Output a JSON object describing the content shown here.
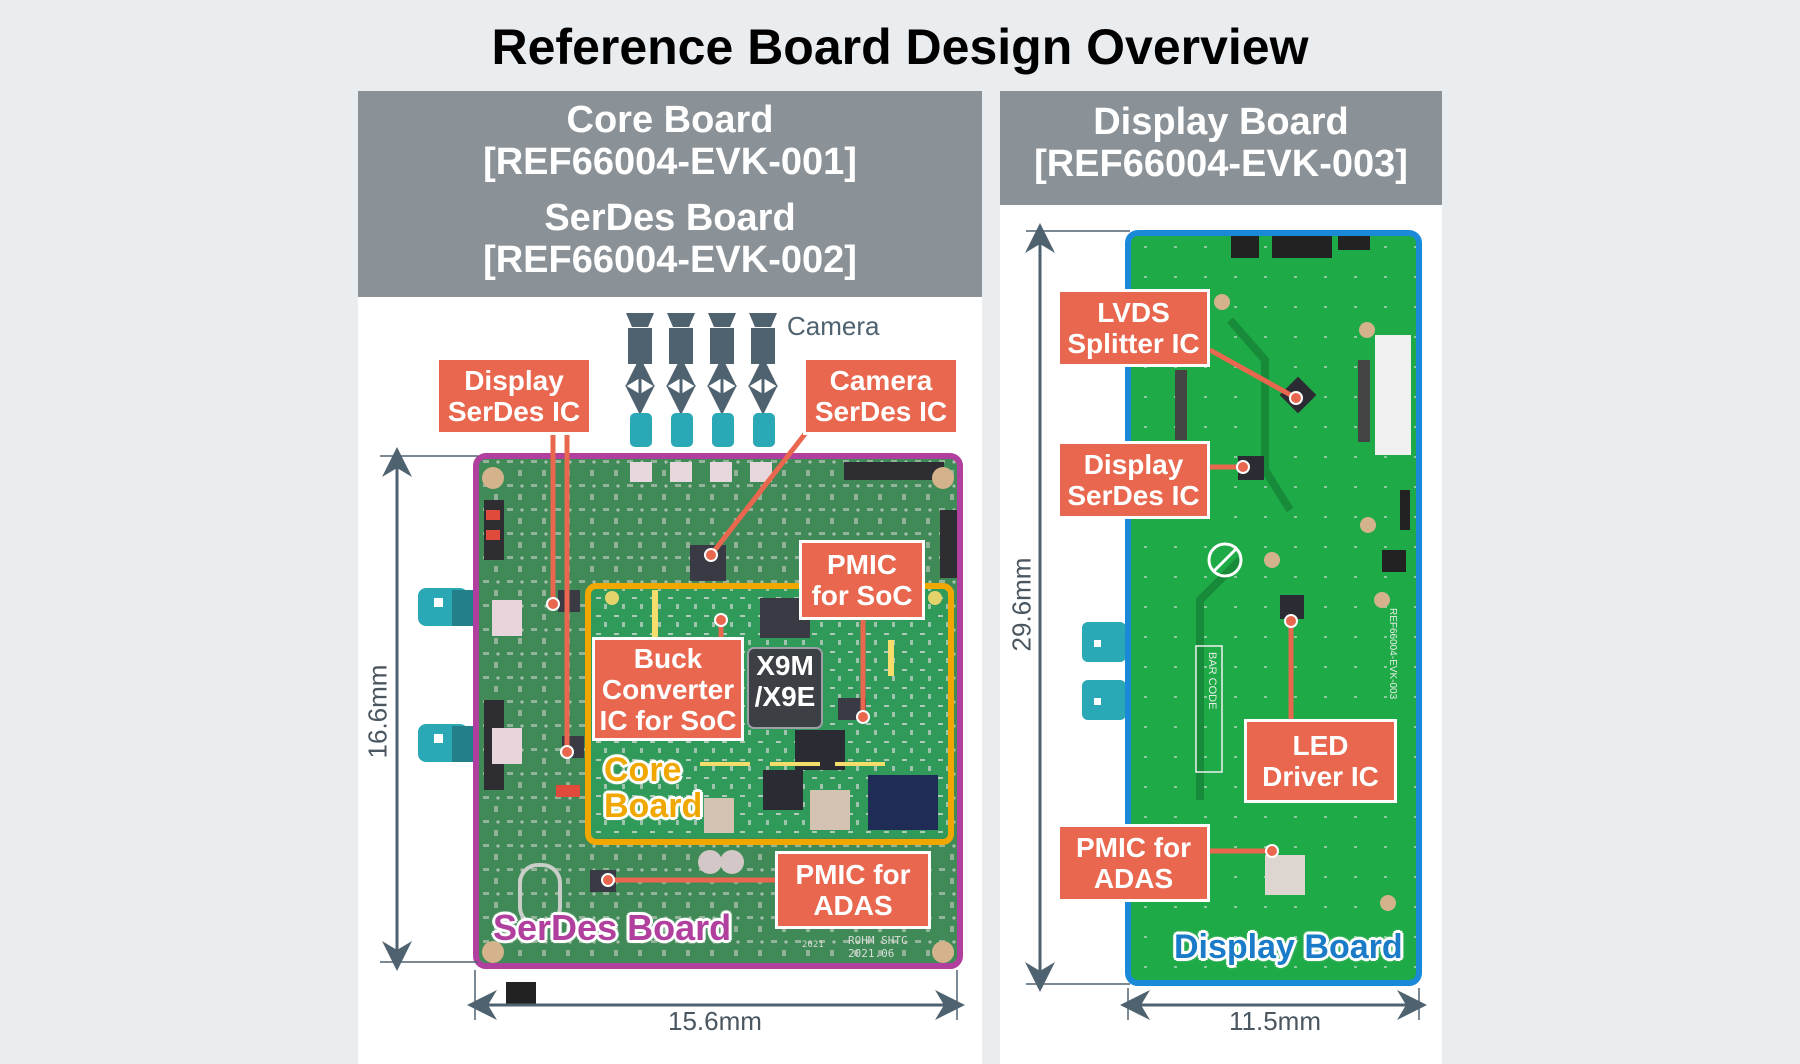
{
  "title": "Reference Board Design Overview",
  "left_panel": {
    "header": {
      "board1_name": "Core Board",
      "board1_part": "[REF66004-EVK-001]",
      "board2_name": "SerDes Board",
      "board2_part": "[REF66004-EVK-002]"
    },
    "camera_label": "Camera",
    "callouts": {
      "display_serdes": [
        "Display",
        "SerDes IC"
      ],
      "camera_serdes": [
        "Camera",
        "SerDes IC"
      ],
      "pmic_soc": [
        "PMIC",
        "for SoC"
      ],
      "buck": [
        "Buck",
        "Converter",
        "IC for SoC"
      ],
      "pmic_adas": [
        "PMIC for",
        "ADAS"
      ]
    },
    "soc_label": [
      "X9M",
      "/X9E"
    ],
    "core_board_label": [
      "Core",
      "Board"
    ],
    "serdes_board_label": "SerDes Board",
    "silkscreen": [
      "ROHM SHTC",
      "2021.06",
      "2021"
    ],
    "height_dim": "16.6mm",
    "width_dim": "15.6mm"
  },
  "right_panel": {
    "header": {
      "board_name": "Display Board",
      "board_part": "[REF66004-EVK-003]"
    },
    "callouts": {
      "lvds": [
        "LVDS",
        "Splitter IC"
      ],
      "display_serdes": [
        "Display",
        "SerDes IC"
      ],
      "led": [
        "LED",
        "Driver IC"
      ],
      "pmic_adas": [
        "PMIC for",
        "ADAS"
      ]
    },
    "display_board_label": "Display Board",
    "silkscreen": [
      "REF66004-EVK-003",
      "BAR CODE"
    ],
    "height_dim": "29.6mm",
    "width_dim": "11.5mm"
  },
  "colors": {
    "callout": "#e8674e",
    "serdes_outline": "#b03f9e",
    "core_outline": "#f0a800",
    "display_outline": "#1a8ad8",
    "header_gray": "#8a9197",
    "dim_line": "#4f6270"
  }
}
